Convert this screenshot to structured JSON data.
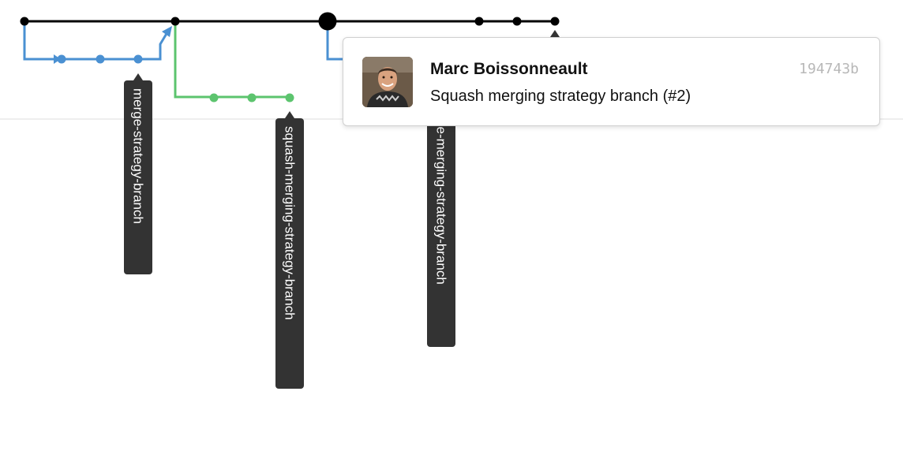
{
  "colors": {
    "main_line": "#000000",
    "merge_branch": "#4a90d2",
    "squash_branch": "#5cc46e",
    "rebase_branch": "#4a90d2",
    "tag_background": "#333333",
    "divider": "#dddddd"
  },
  "branch_tags": {
    "merge": "merge-strategy-branch",
    "squash": "squash-merging-strategy-branch",
    "rebase": "se-merging-strategy-branch"
  },
  "tooltip": {
    "author": "Marc Boissonneault",
    "sha": "194743b",
    "message": "Squash merging strategy branch (#2)",
    "avatar_icon": "user-avatar-photo"
  }
}
